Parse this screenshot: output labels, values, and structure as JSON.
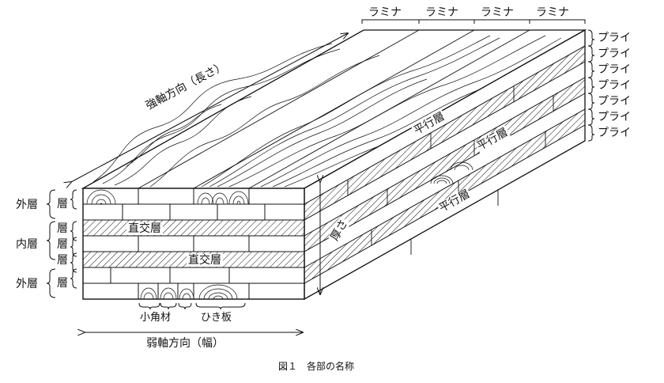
{
  "labels": {
    "lamina": "ラミナ",
    "ply": "プライ",
    "strong_axis": "強軸方向（長さ）",
    "weak_axis": "弱軸方向（幅）",
    "outer_layer": "外層",
    "inner_layer": "内層",
    "layer": "層",
    "cross_layer": "直交層",
    "parallel_layer": "平行層",
    "thickness": "厚さ",
    "small_lumber": "小角材",
    "sawn_board": "ひき板",
    "caption": "図１　各部の名称"
  },
  "colors": {
    "line": "#111111",
    "background": "#ffffff"
  }
}
